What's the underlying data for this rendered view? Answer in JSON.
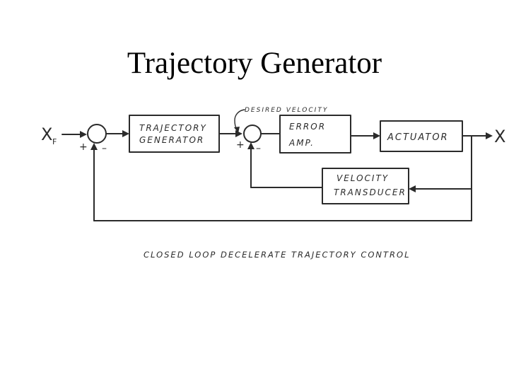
{
  "slide": {
    "title": "Trajectory Generator"
  },
  "diagram": {
    "input_label": "X",
    "input_subscript": "F",
    "output_label": "X",
    "sum1_plus": "+",
    "sum1_minus": "–",
    "sum2_plus": "+",
    "sum2_minus": "–",
    "desired_velocity": "DESIRED VELOCITY",
    "blocks": {
      "trajectory_generator": [
        "TRAJECTORY",
        "GENERATOR"
      ],
      "error_amp": [
        "ERROR",
        "AMP."
      ],
      "actuator": [
        "ACTUATOR"
      ],
      "velocity_transducer": [
        "VELOCITY",
        "TRANSDUCER"
      ]
    },
    "caption": "CLOSED LOOP DECELERATE TRAJECTORY CONTROL"
  }
}
